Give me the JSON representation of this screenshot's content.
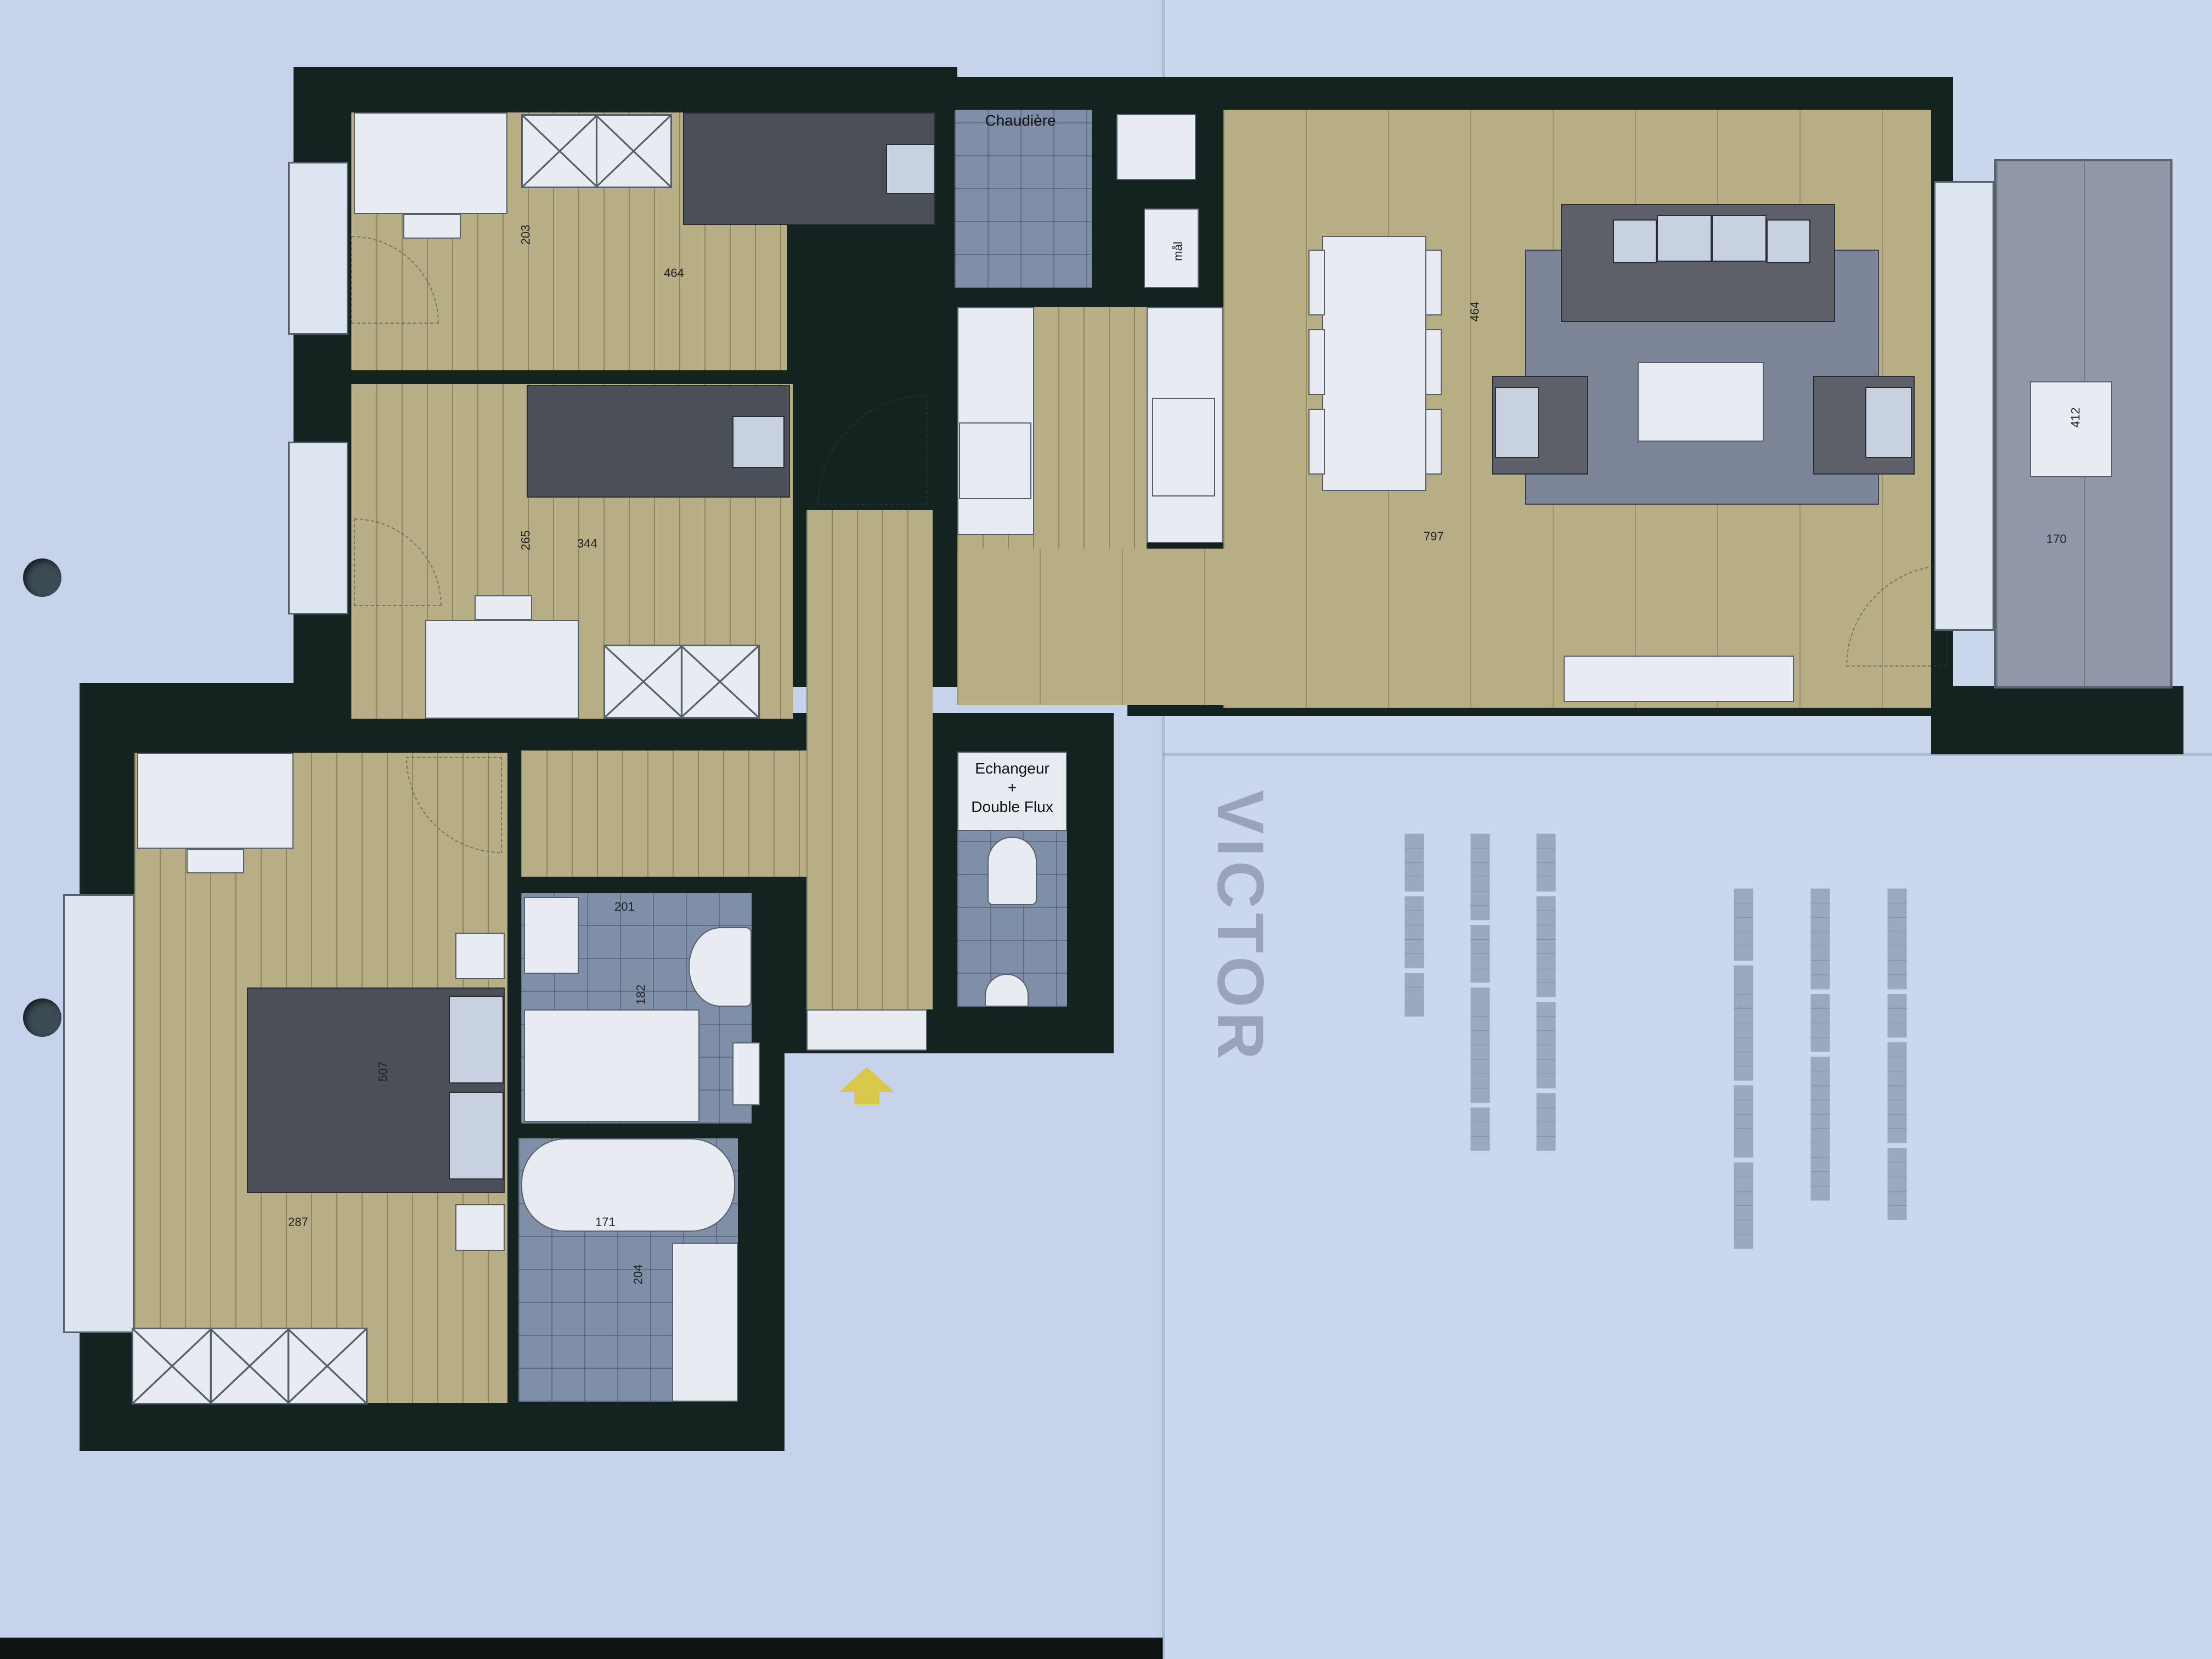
{
  "labels": {
    "chaudiere": "Chaudière",
    "mal": "mål",
    "echangeur_line1": "Echangeur",
    "echangeur_line2": "+",
    "echangeur_line3": "Double Flux"
  },
  "dimensions": {
    "bedroom_top_w": "464",
    "bedroom_top_h": "203",
    "bedroom_mid_w": "344",
    "bedroom_mid_h": "265",
    "bedroom_master_h": "507",
    "bedroom_master_w": "287",
    "bath_top_w": "201",
    "bath_top_h": "182",
    "bath_bottom_w": "171",
    "bath_bottom_h": "204",
    "living_h": "464",
    "living_w": "797",
    "balcony_h": "412",
    "balcony_w": "170"
  },
  "colors": {
    "wall": "#142320",
    "floor_wood": "#b7ae85",
    "floor_tile": "#7f8fa8",
    "paper": "#c9d6ec",
    "entry_arrow": "#d9c94a"
  }
}
